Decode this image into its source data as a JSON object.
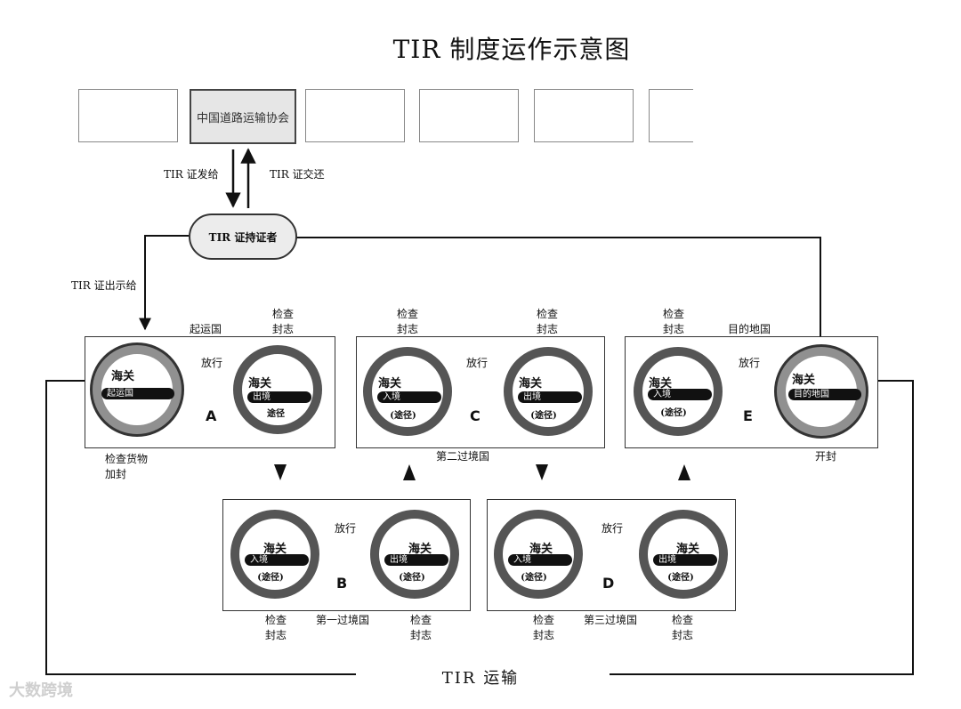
{
  "title": "TIR 制度运作示意图",
  "association": "中国道路运输协会",
  "issue_label": "TIR 证发给",
  "return_label": "TIR 证交还",
  "holder": "TIR 证持证者",
  "present_label": "TIR 证出示给",
  "transport_label": "TIR 运输",
  "watermark": "大数跨境",
  "customs": "海关",
  "transit": "(途径)",
  "release": "放行",
  "inspect_seal": [
    "检查",
    "封志"
  ],
  "stages": {
    "a": {
      "letter": "A",
      "country": "起运国",
      "left_bar": "起运国",
      "right_bar": "出境",
      "right_sub": "途径",
      "bottom": [
        "检查货物",
        "加封"
      ]
    },
    "b": {
      "letter": "B",
      "country": "第一过境国",
      "left_bar": "入境",
      "right_bar": "出境"
    },
    "c": {
      "letter": "C",
      "country": "第二过境国",
      "left_bar": "入境",
      "right_bar": "出境"
    },
    "d": {
      "letter": "D",
      "country": "第三过境国",
      "left_bar": "入境",
      "right_bar": "出境"
    },
    "e": {
      "letter": "E",
      "country": "目的地国",
      "left_bar": "入境",
      "right_bar": "目的地国",
      "open": "开封"
    }
  }
}
